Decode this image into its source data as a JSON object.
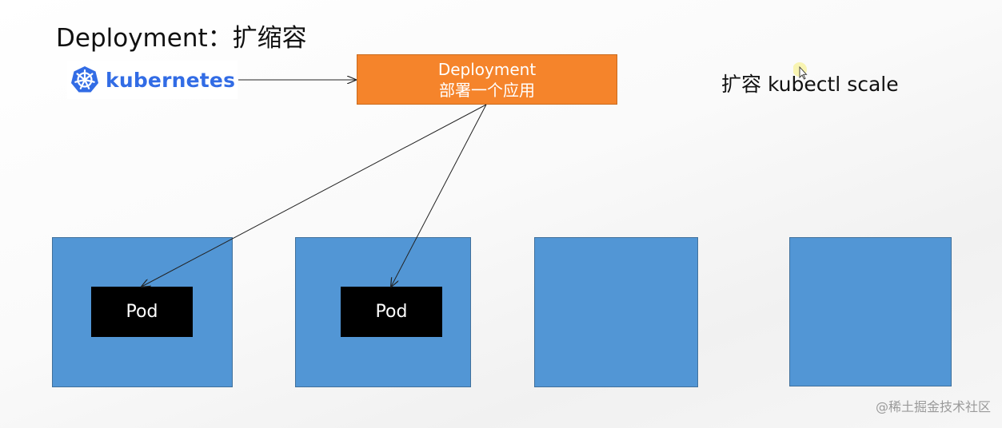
{
  "slide": {
    "title": "Deployment：扩缩容",
    "logo_text": "kubernetes",
    "deployment_box": {
      "line1": "Deployment",
      "line2": "部署一个应用"
    },
    "scale_note": "扩容 kubectl scale",
    "nodes": [
      {
        "pod_label": "Pod"
      },
      {
        "pod_label": "Pod"
      },
      {
        "pod_label": ""
      },
      {
        "pod_label": ""
      }
    ],
    "watermark": "@稀土掘金技术社区"
  },
  "colors": {
    "deployment_fill": "#f5842b",
    "node_fill": "#5296d5",
    "pod_fill": "#000000",
    "kubernetes_blue": "#326ce5"
  },
  "icons": [
    "kubernetes-helm-icon",
    "cursor-icon"
  ]
}
